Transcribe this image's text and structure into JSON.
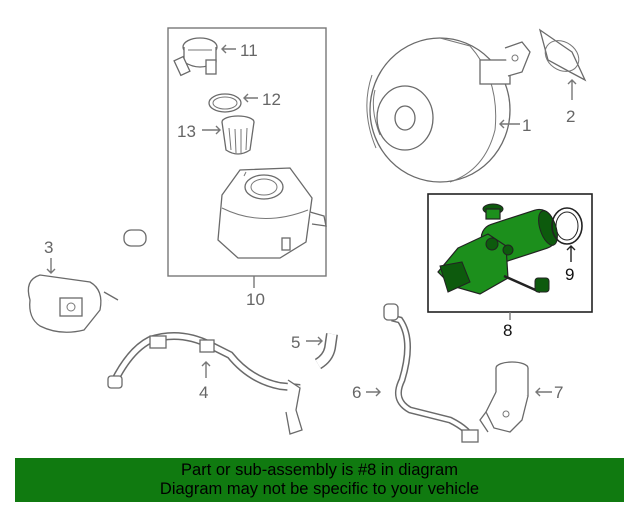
{
  "callouts": {
    "c1": "1",
    "c2": "2",
    "c3": "3",
    "c4": "4",
    "c5": "5",
    "c6": "6",
    "c7": "7",
    "c8": "8",
    "c9": "9",
    "c10": "10",
    "c11": "11",
    "c12": "12",
    "c13": "13"
  },
  "banner": {
    "line1": "Part or sub-assembly is #8 in diagram",
    "line2": "Diagram may not be specific to your vehicle"
  },
  "colors": {
    "highlight_part": "#1c8f1c",
    "banner_background": "#107a10"
  }
}
